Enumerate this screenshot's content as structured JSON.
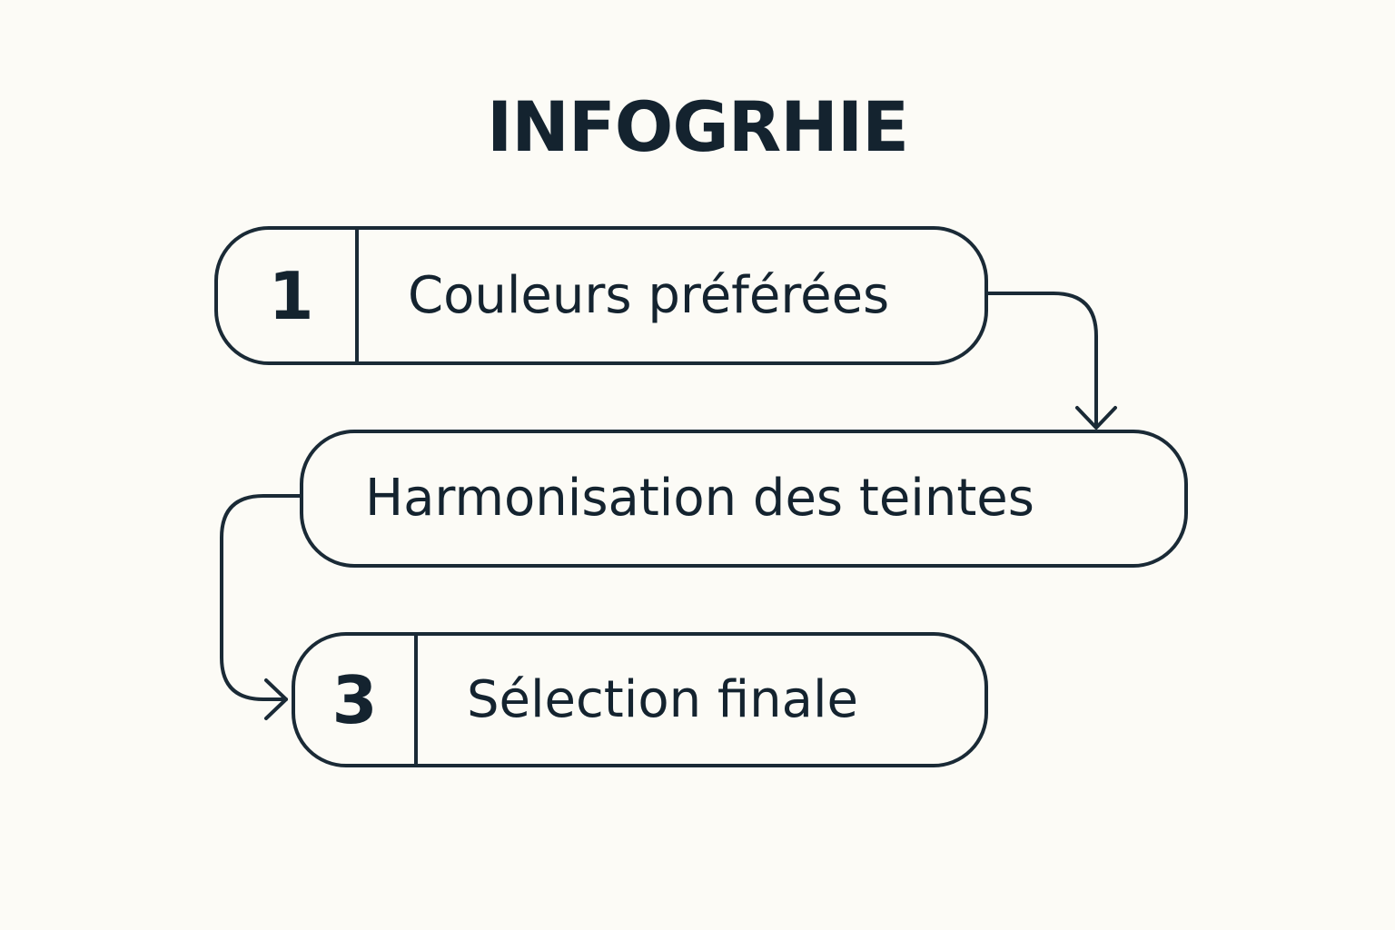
{
  "title": "INFOGRHIE",
  "steps": [
    {
      "number": "1",
      "label": "Couleurs préférées"
    },
    {
      "number": "",
      "label": "Harmonisation des teintes"
    },
    {
      "number": "3",
      "label": "Sélection finale"
    }
  ],
  "colors": {
    "background": "#fcfbf6",
    "ink": "#1a2a36"
  },
  "icons": [
    "arrow-down-icon",
    "arrow-right-icon"
  ]
}
